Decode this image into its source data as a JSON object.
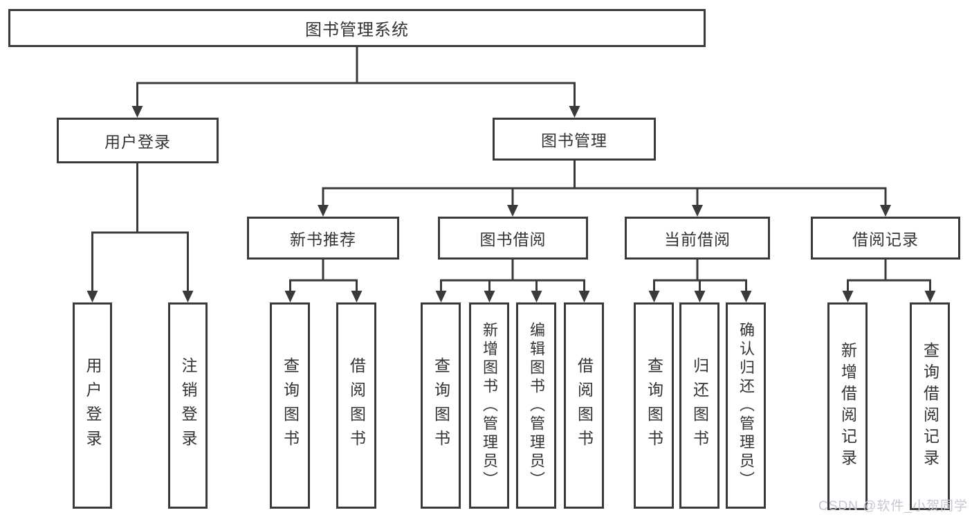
{
  "watermark": "CSDN @软件_小贺同学",
  "colors": {
    "line": "#3a3a3a",
    "text": "#333333",
    "watermark": "#c5c8d2",
    "background": "#ffffff"
  },
  "tree": {
    "label": "图书管理系统",
    "children": [
      {
        "label": "用户登录",
        "children": [
          {
            "label": "用户登录"
          },
          {
            "label": "注销登录"
          }
        ]
      },
      {
        "label": "图书管理",
        "children": [
          {
            "label": "新书推荐",
            "children": [
              {
                "label": "查询图书"
              },
              {
                "label": "借阅图书"
              }
            ]
          },
          {
            "label": "图书借阅",
            "children": [
              {
                "label": "查询图书"
              },
              {
                "label": "新增图书（管理员）"
              },
              {
                "label": "编辑图书（管理员）"
              },
              {
                "label": "借阅图书"
              }
            ]
          },
          {
            "label": "当前借阅",
            "children": [
              {
                "label": "查询图书"
              },
              {
                "label": "归还图书"
              },
              {
                "label": "确认归还（管理员）"
              }
            ]
          },
          {
            "label": "借阅记录",
            "children": [
              {
                "label": "新增借阅记录"
              },
              {
                "label": "查询借阅记录"
              }
            ]
          }
        ]
      }
    ]
  }
}
